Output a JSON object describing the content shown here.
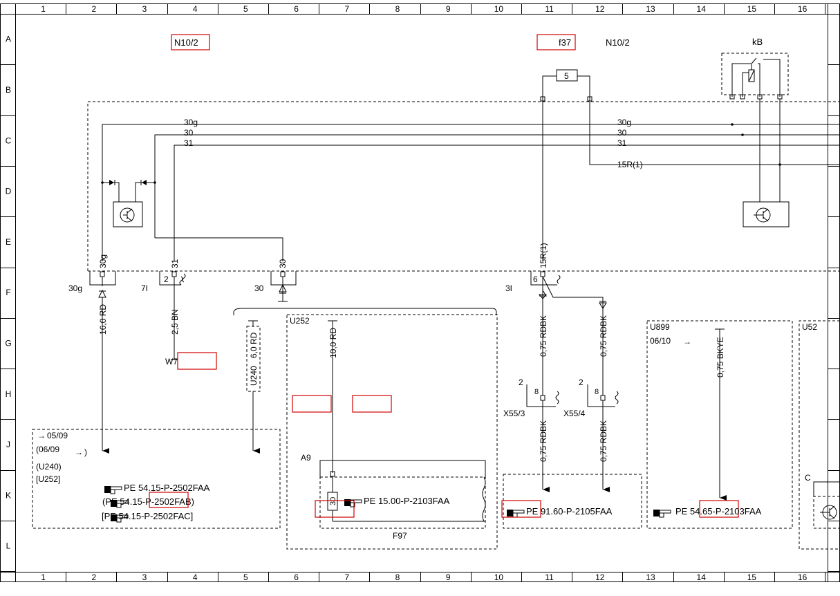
{
  "grid": {
    "columns": [
      "1",
      "2",
      "3",
      "4",
      "5",
      "6",
      "7",
      "8",
      "9",
      "10",
      "11",
      "12",
      "13",
      "14",
      "15",
      "16"
    ],
    "rows": [
      "A",
      "B",
      "C",
      "D",
      "E",
      "F",
      "G",
      "H",
      "J",
      "K",
      "L"
    ]
  },
  "components": {
    "n10_2_left": "N10/2",
    "f37": "f37",
    "n10_2_right": "N10/2",
    "kb": "kB",
    "fuse_5": "5",
    "u252": "U252",
    "u899": "U899",
    "u899_date": "06/10",
    "u52": "U52",
    "a9": "A9",
    "f97": "F97",
    "x55_3": "X55/3",
    "x55_4": "X55/4",
    "w7": "W7",
    "c": "C"
  },
  "buses": {
    "b30g": "30g",
    "b30": "30",
    "b31": "31",
    "b15r1": "15R(1)"
  },
  "pins": {
    "p30g_left": "30g",
    "p30g_vert": "30g",
    "p71": "7I",
    "p2_a": "2",
    "p31_vert": "31",
    "p30_left": "30",
    "p30_vert": "30",
    "p3i": "3I",
    "p6": "6",
    "p15r1_vert": "15R(1)",
    "p2_b": "2",
    "p8_b": "8",
    "p2_c": "2",
    "p8_c": "8",
    "p30_fuse": "30"
  },
  "wires": {
    "w_16rd": "16,0 RD",
    "w_25bn": "2,5 BN",
    "w_u240_label": "U240",
    "w_u240_wire": "6,0 RD",
    "w_10rd": "10,0 RD",
    "w_rdbk1": "0,75 RDBK",
    "w_rdbk2": "0,75 RDBK",
    "w_rdbk3": "0,75 RDBK",
    "w_rdbk4": "0,75 RDBK",
    "w_bkye": "0,75 BKYE"
  },
  "notes": {
    "date_0509": "05/09",
    "date_0609": "(06/09",
    "u240": "(U240)",
    "u252": "[U252]",
    "close_paren": ")"
  },
  "references": {
    "ref1": "PE 54.15-P-2502FAA",
    "ref2": "(PE 54.15-P-2502FAB)",
    "ref3": "[PE 54.15-P-2502FAC]",
    "ref4": "PE 15.00-P-2103FAA",
    "ref5": "PE 91.60-P-2105FAA",
    "ref6": "PE 54.65-P-2103FAA"
  },
  "colors": {
    "line": "#000000",
    "highlight": "#d00000",
    "background": "#ffffff"
  }
}
